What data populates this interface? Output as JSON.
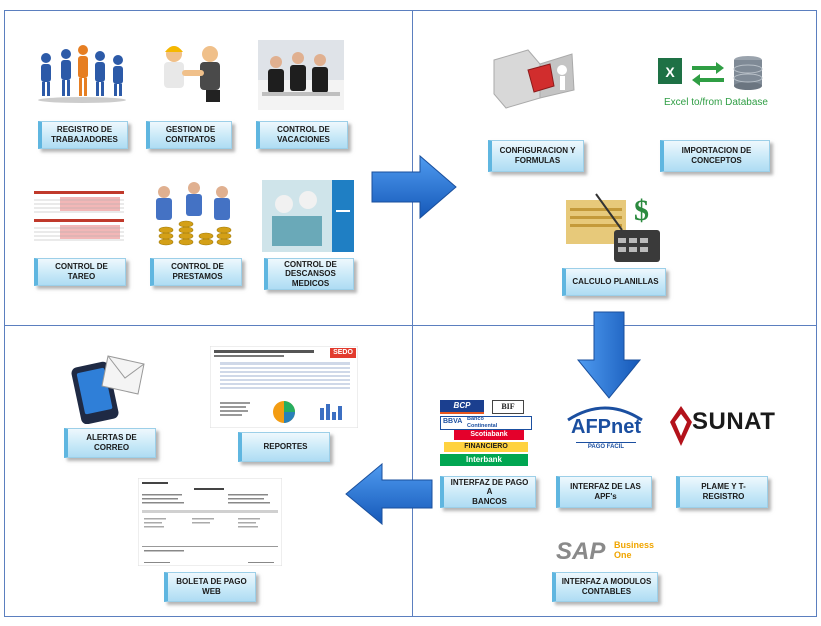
{
  "modules": {
    "registro": "REGISTRO DE\nTRABAJADORES",
    "contratos": "GESTION DE\nCONTRATOS",
    "vacaciones": "CONTROL DE\nVACACIONES",
    "tareo": "CONTROL DE\nTAREO",
    "prestamos": "CONTROL DE\nPRESTAMOS",
    "descansos": "CONTROL DE\nDESCANSOS\nMEDICOS",
    "configuracion": "CONFIGURACION Y\nFORMULAS",
    "importacion": "IMPORTACION DE\nCONCEPTOS",
    "calculo": "CALCULO PLANILLAS",
    "bancos": "INTERFAZ DE PAGO A\nBANCOS",
    "apfs": "INTERFAZ DE LAS\nAPF's",
    "plame": "PLAME Y  T-\nREGISTRO",
    "contables": "INTERFAZ A MODULOS\nCONTABLES",
    "alertas": "ALERTAS DE\nCORREO",
    "reportes": "REPORTES",
    "boleta": "BOLETA DE PAGO\nWEB"
  },
  "logos": {
    "excel_caption": "Excel to/from Database",
    "bcp": "BCP",
    "bif": "BIF",
    "bbva": "BBVA",
    "continental": "Banco\nContinental",
    "scotiabank": "Scotiabank",
    "financiero": "FINANCIERO",
    "interbank": "Interbank",
    "afpnet": "AFPnet",
    "pago_facil": "PAGO FACIL",
    "sunat": "SUNAT",
    "sap": "SAP",
    "business_one": "Business\nOne",
    "sedo": "SEDO"
  },
  "colors": {
    "frame": "#5b7fbf",
    "arrow": "#1f6fd1",
    "box_fill": "#c9e9f8",
    "sunat_red": "#b3121b",
    "afp_blue": "#1b4fa0"
  }
}
